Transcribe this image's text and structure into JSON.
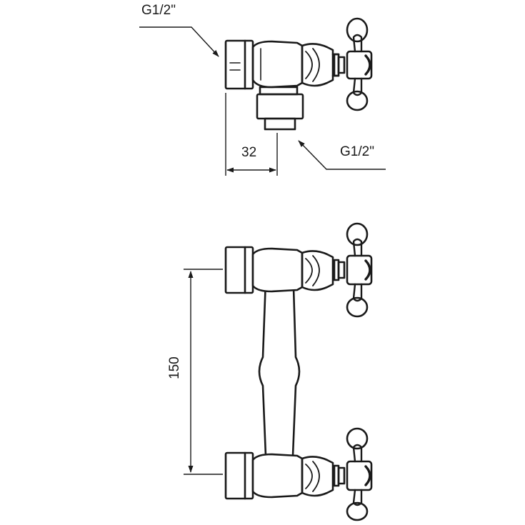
{
  "labels": {
    "thread_inlet_top": "G1/2\"",
    "thread_outlet": "G1/2\"",
    "depth_dimension": "32",
    "centres_dimension": "150"
  },
  "colors": {
    "stroke": "#1a1a1a",
    "background": "#ffffff"
  }
}
